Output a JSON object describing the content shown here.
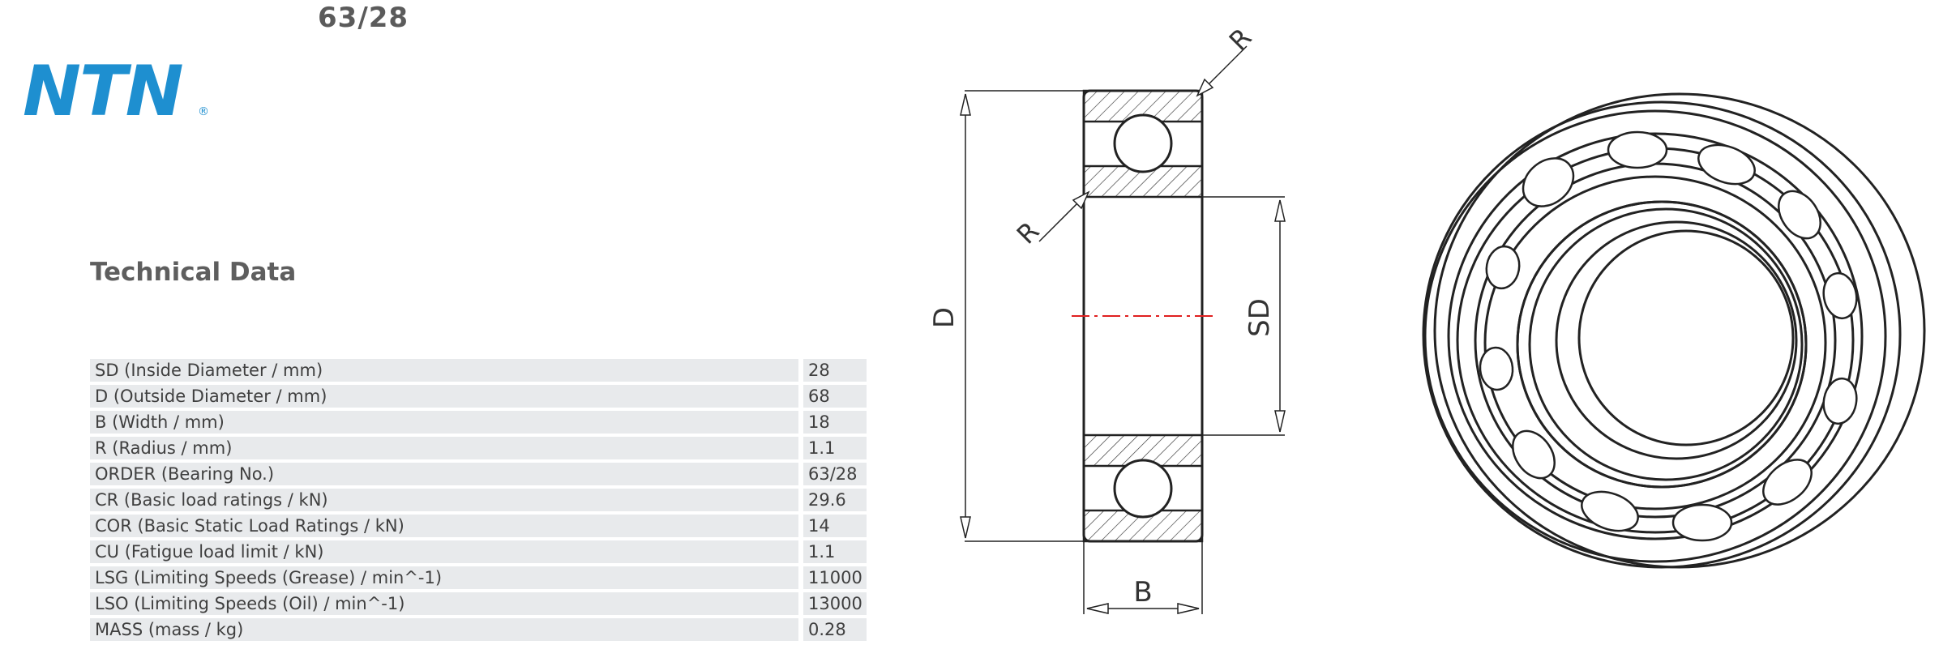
{
  "header": {
    "part_number": "63/28"
  },
  "brand": {
    "logo_text": "NTN",
    "registered_mark": "®",
    "color": "#1e8fd0"
  },
  "section": {
    "title": "Technical Data"
  },
  "specs": [
    {
      "label": "SD (Inside Diameter / mm)",
      "value": "28"
    },
    {
      "label": "D (Outside Diameter / mm)",
      "value": "68"
    },
    {
      "label": "B (Width / mm)",
      "value": "18"
    },
    {
      "label": "R (Radius / mm)",
      "value": "1.1"
    },
    {
      "label": "ORDER (Bearing No.)",
      "value": "63/28"
    },
    {
      "label": "CR (Basic load ratings / kN)",
      "value": "29.6"
    },
    {
      "label": "COR (Basic Static Load Ratings / kN)",
      "value": "14"
    },
    {
      "label": "CU (Fatigue load limit / kN)",
      "value": "1.1"
    },
    {
      "label": "LSG (Limiting Speeds (Grease) / min^-1)",
      "value": "11000"
    },
    {
      "label": "LSO (Limiting Speeds (Oil) / min^-1)",
      "value": "13000"
    },
    {
      "label": "MASS (mass / kg)",
      "value": "0.28"
    }
  ],
  "drawing": {
    "dim_outer": "D",
    "dim_inner": "SD",
    "dim_width": "B",
    "dim_radius_top": "R",
    "dim_radius_bottom": "R",
    "centerline_color": "#e02020"
  }
}
